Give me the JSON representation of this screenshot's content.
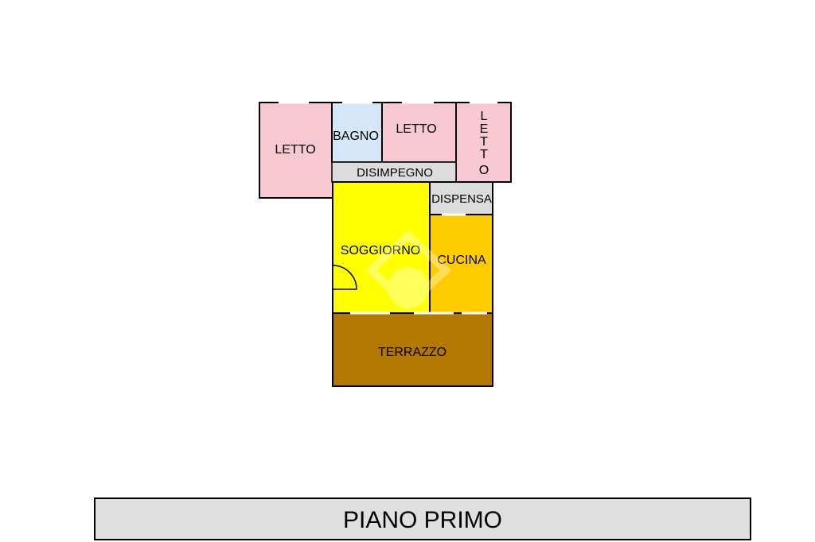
{
  "floor_title": "PIANO PRIMO",
  "rooms": {
    "letto_left": "LETTO",
    "bagno": "BAGNO",
    "letto_center": "LETTO",
    "letto_right_letters": [
      "L",
      "E",
      "T",
      "T",
      "O"
    ],
    "disimpegno": "DISIMPEGNO",
    "dispensa": "DISPENSA",
    "soggiorno": "SOGGIORNO",
    "cucina": "CUCINA",
    "terrazzo": "TERRAZZO"
  },
  "colors": {
    "bedroom": "#f9c9d3",
    "bathroom": "#d4e6f7",
    "hallway": "#dcdcdc",
    "living": "#ffff00",
    "kitchen": "#ffcc00",
    "terrace": "#b47800",
    "banner": "#e0e0e0",
    "walls": "#000000"
  }
}
